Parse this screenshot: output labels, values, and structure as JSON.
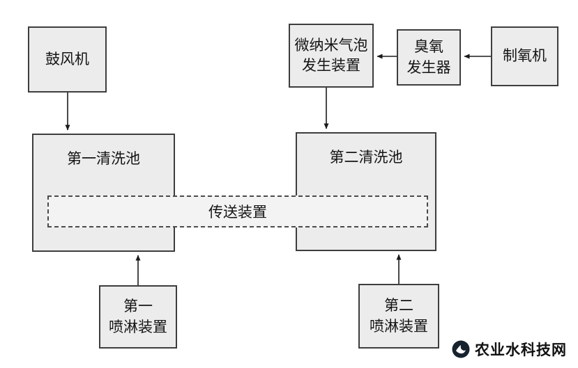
{
  "colors": {
    "background": "#ffffff",
    "box_fill": "#ececec",
    "box_border": "#3d3d3d",
    "conveyor_border_style": "dashed",
    "arrow": "#1a1a1a",
    "watermark_text": "#111111"
  },
  "diagram": {
    "nodes": {
      "blower": {
        "label": "鼓风机"
      },
      "bubble_generator": {
        "label": "微纳米气泡\n发生装置"
      },
      "ozone_generator": {
        "label": "臭氧\n发生器"
      },
      "oxygen_generator": {
        "label": "制氧机"
      },
      "pool_first": {
        "label": "第一清洗池"
      },
      "pool_second": {
        "label": "第二清洗池"
      },
      "conveyor": {
        "label": "传送装置"
      },
      "spray_first": {
        "label": "第一\n喷淋装置"
      },
      "spray_second": {
        "label": "第二\n喷淋装置"
      }
    },
    "edges": [
      {
        "from": "blower",
        "to": "pool_first",
        "direction": "down"
      },
      {
        "from": "oxygen_generator",
        "to": "ozone_generator",
        "direction": "left"
      },
      {
        "from": "ozone_generator",
        "to": "bubble_generator",
        "direction": "left"
      },
      {
        "from": "bubble_generator",
        "to": "pool_second",
        "direction": "down"
      },
      {
        "from": "spray_first",
        "to": "pool_first",
        "direction": "up"
      },
      {
        "from": "spray_second",
        "to": "pool_second",
        "direction": "up"
      }
    ]
  },
  "watermark": {
    "label": "农业水科技网"
  }
}
